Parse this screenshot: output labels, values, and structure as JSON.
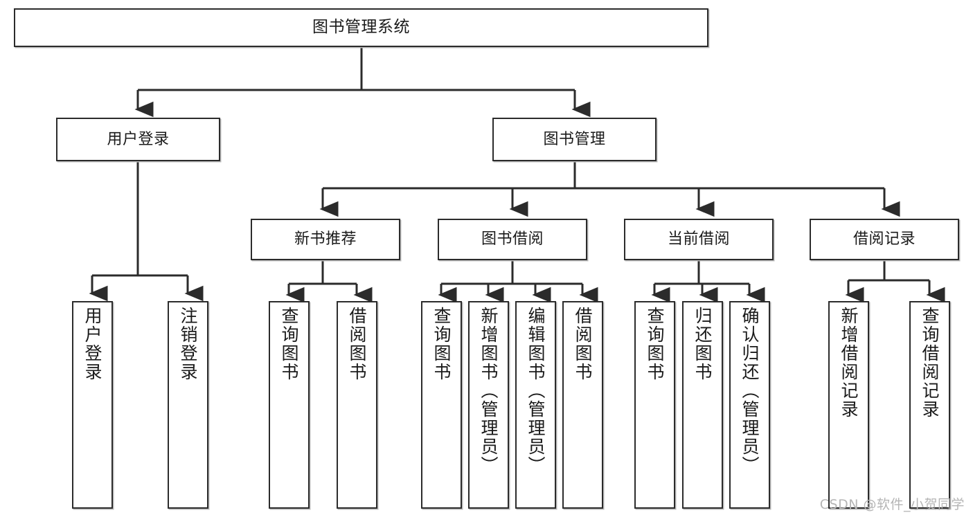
{
  "diagram": {
    "title": "图书管理系统",
    "type": "tree-hierarchy",
    "root": {
      "label": "图书管理系统"
    },
    "level2": [
      {
        "label": "用户登录"
      },
      {
        "label": "图书管理"
      }
    ],
    "level3": [
      {
        "label": "新书推荐"
      },
      {
        "label": "图书借阅"
      },
      {
        "label": "当前借阅"
      },
      {
        "label": "借阅记录"
      }
    ],
    "leaves": {
      "user_login": [
        {
          "label": "用户登录"
        },
        {
          "label": "注销登录"
        }
      ],
      "new_book_recommend": [
        {
          "label": "查询图书"
        },
        {
          "label": "借阅图书"
        }
      ],
      "book_borrow": [
        {
          "label": "查询图书"
        },
        {
          "label": "新增图书（管理员）"
        },
        {
          "label": "编辑图书（管理员）"
        },
        {
          "label": "借阅图书"
        }
      ],
      "current_borrow": [
        {
          "label": "查询图书"
        },
        {
          "label": "归还图书"
        },
        {
          "label": "确认归还（管理员）"
        }
      ],
      "borrow_record": [
        {
          "label": "新增借阅记录"
        },
        {
          "label": "查询借阅记录"
        }
      ]
    }
  },
  "watermark": {
    "text": "CSDN @软件_小贺同学"
  },
  "colors": {
    "box_border": "#2b2b2b",
    "box_fill": "#ffffff",
    "edge": "#2b2b2b",
    "text": "#1a1a1a",
    "watermark": "#b5b5b5"
  }
}
